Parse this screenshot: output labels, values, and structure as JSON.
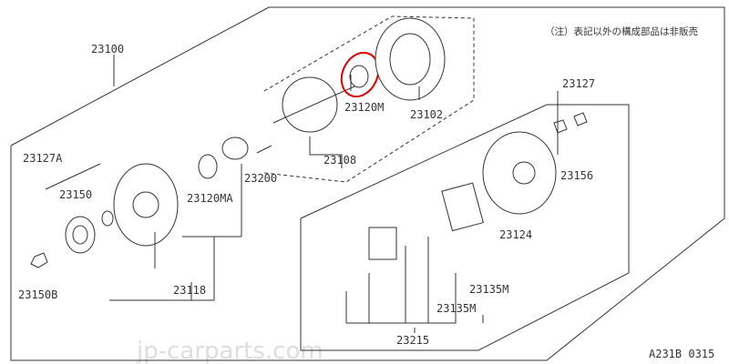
{
  "note": "（注）表記以外の構成部品は非販売",
  "diagram_code": "A231B 0315",
  "watermark": "jp-carparts.com",
  "highlight_color": "#e00000",
  "labels": {
    "p23100": "23100",
    "p23127A": "23127A",
    "p23150": "23150",
    "p23150B": "23150B",
    "p23118": "23118",
    "p23120MA": "23120MA",
    "p23200": "23200",
    "p23108": "23108",
    "p23120M": "23120M",
    "p23102": "23102",
    "p23127": "23127",
    "p23156": "23156",
    "p23124": "23124",
    "p23135M_a": "23135M",
    "p23135M_b": "23135M",
    "p23215": "23215"
  }
}
